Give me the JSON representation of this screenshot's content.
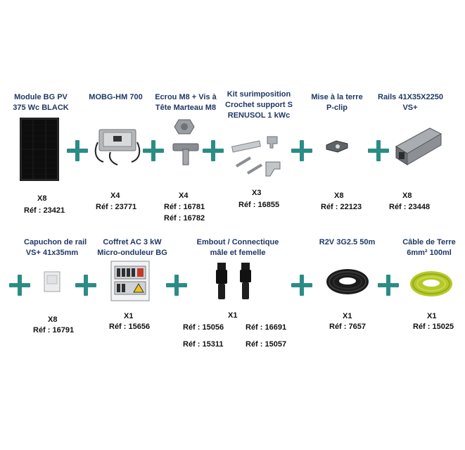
{
  "colors": {
    "title": "#1f3864",
    "plus": "#2b8c86"
  },
  "row1": [
    {
      "title1": "Module BG PV",
      "title2": "375 Wc BLACK",
      "qty": "X8",
      "ref": "Réf : 23421",
      "icon": "solar-panel-icon"
    },
    {
      "title1": "MOBG-HM 700",
      "qty": "X4",
      "ref": "Réf : 23771",
      "icon": "micro-inverter-icon"
    },
    {
      "title1": "Ecrou M8 + Vis à",
      "title2": "Tête Marteau M8",
      "qty": "X4",
      "ref1": "Réf : 16781",
      "ref2": "Réf : 16782",
      "icon": "nut-bolt-icon"
    },
    {
      "title1": "Kit surimposition",
      "title2": "Crochet support S",
      "title3": "RENUSOL 1 kWc",
      "qty": "X3",
      "ref": "Réf : 16855",
      "icon": "mounting-kit-icon"
    },
    {
      "title1": "Mise à la terre",
      "title2": "P-clip",
      "qty": "X8",
      "ref": "Réf : 22123",
      "icon": "p-clip-icon"
    },
    {
      "title1": "Rails 41X35X2250",
      "title2": "VS+",
      "qty": "X8",
      "ref": "Réf : 23448",
      "icon": "rail-icon"
    }
  ],
  "row2": [
    {
      "title1": "Capuchon de rail",
      "title2": "VS+ 41x35mm",
      "qty": "X8",
      "ref": "Réf : 16791",
      "icon": "rail-cap-icon"
    },
    {
      "title1": "Coffret AC 3 kW",
      "title2": "Micro-onduleur BG",
      "qty": "X1",
      "ref": "Réf : 15656",
      "icon": "ac-box-icon"
    },
    {
      "title1": "Embout / Connectique",
      "title2": "mâle et femelle",
      "qty": "X1",
      "ref1": "Réf : 15056",
      "ref2": "Réf : 16691",
      "ref3": "Réf : 15311",
      "ref4": "Réf : 15057",
      "icon": "connector-icon"
    },
    {
      "title1": "R2V 3G2.5 50m",
      "qty": "X1",
      "ref": "Réf : 7657",
      "icon": "black-cable-icon"
    },
    {
      "title1": "Câble de Terre",
      "title2": "6mm² 100ml",
      "qty": "X1",
      "ref": "Réf : 15025",
      "icon": "green-cable-icon"
    }
  ]
}
